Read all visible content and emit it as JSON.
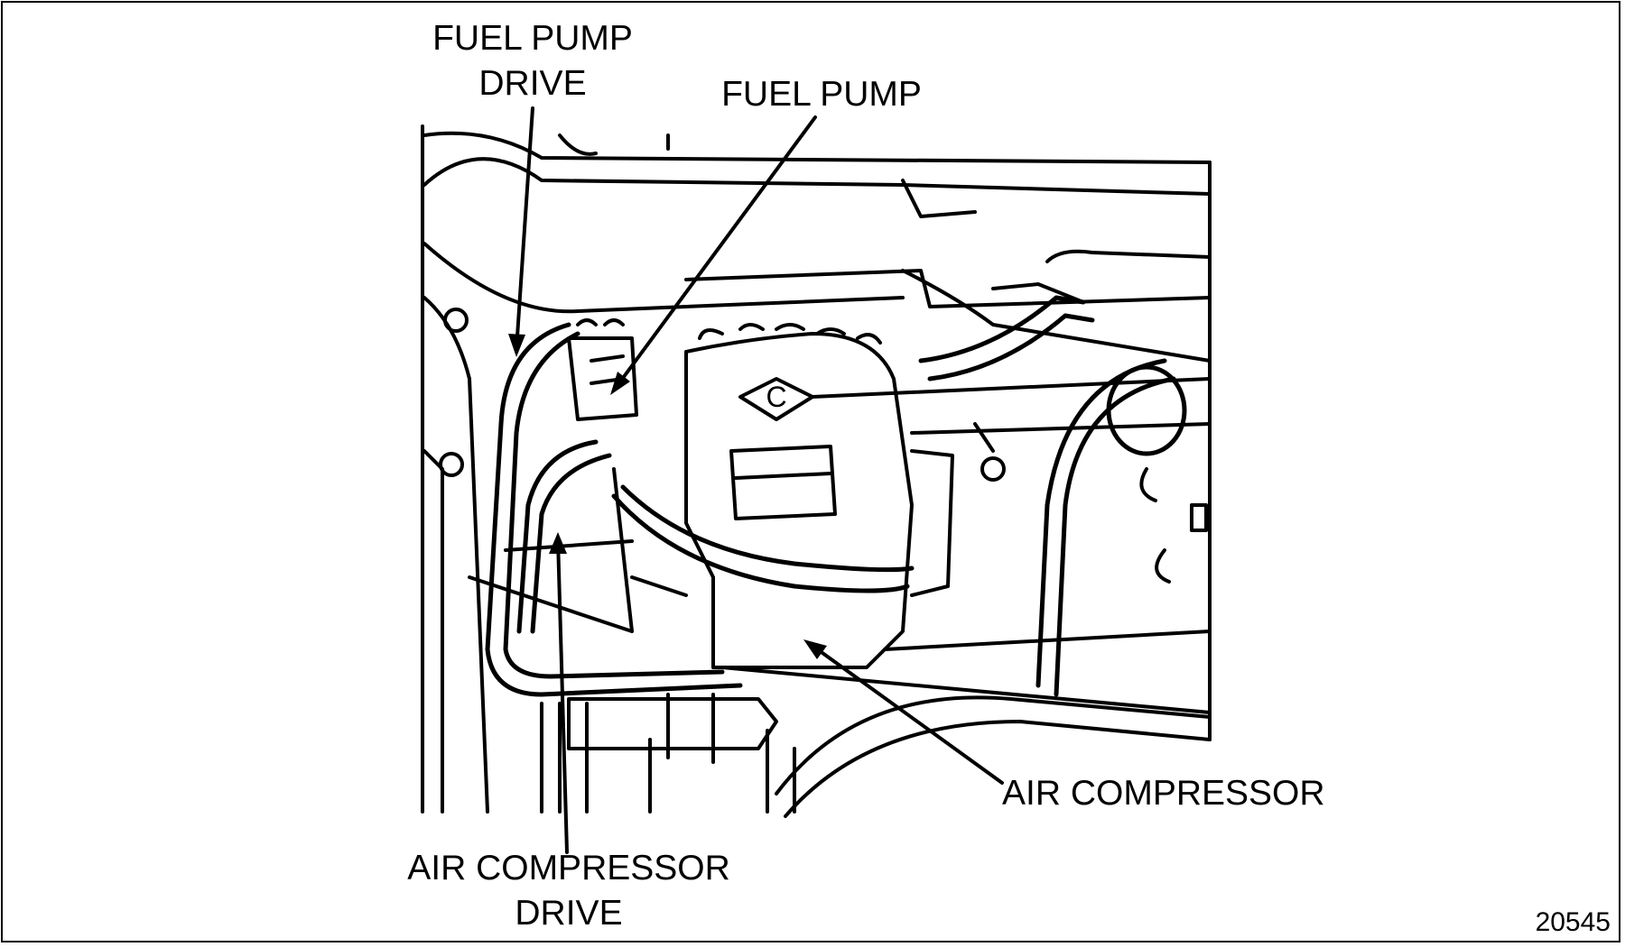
{
  "labels": {
    "fuel_pump_drive": [
      "FUEL PUMP",
      "DRIVE"
    ],
    "fuel_pump": "FUEL PUMP",
    "air_compressor": "AIR COMPRESSOR",
    "air_compressor_drive": [
      "AIR COMPRESSOR",
      "DRIVE"
    ]
  },
  "figure_number": "20545",
  "colors": {
    "ink": "#000000",
    "paper": "#ffffff"
  }
}
